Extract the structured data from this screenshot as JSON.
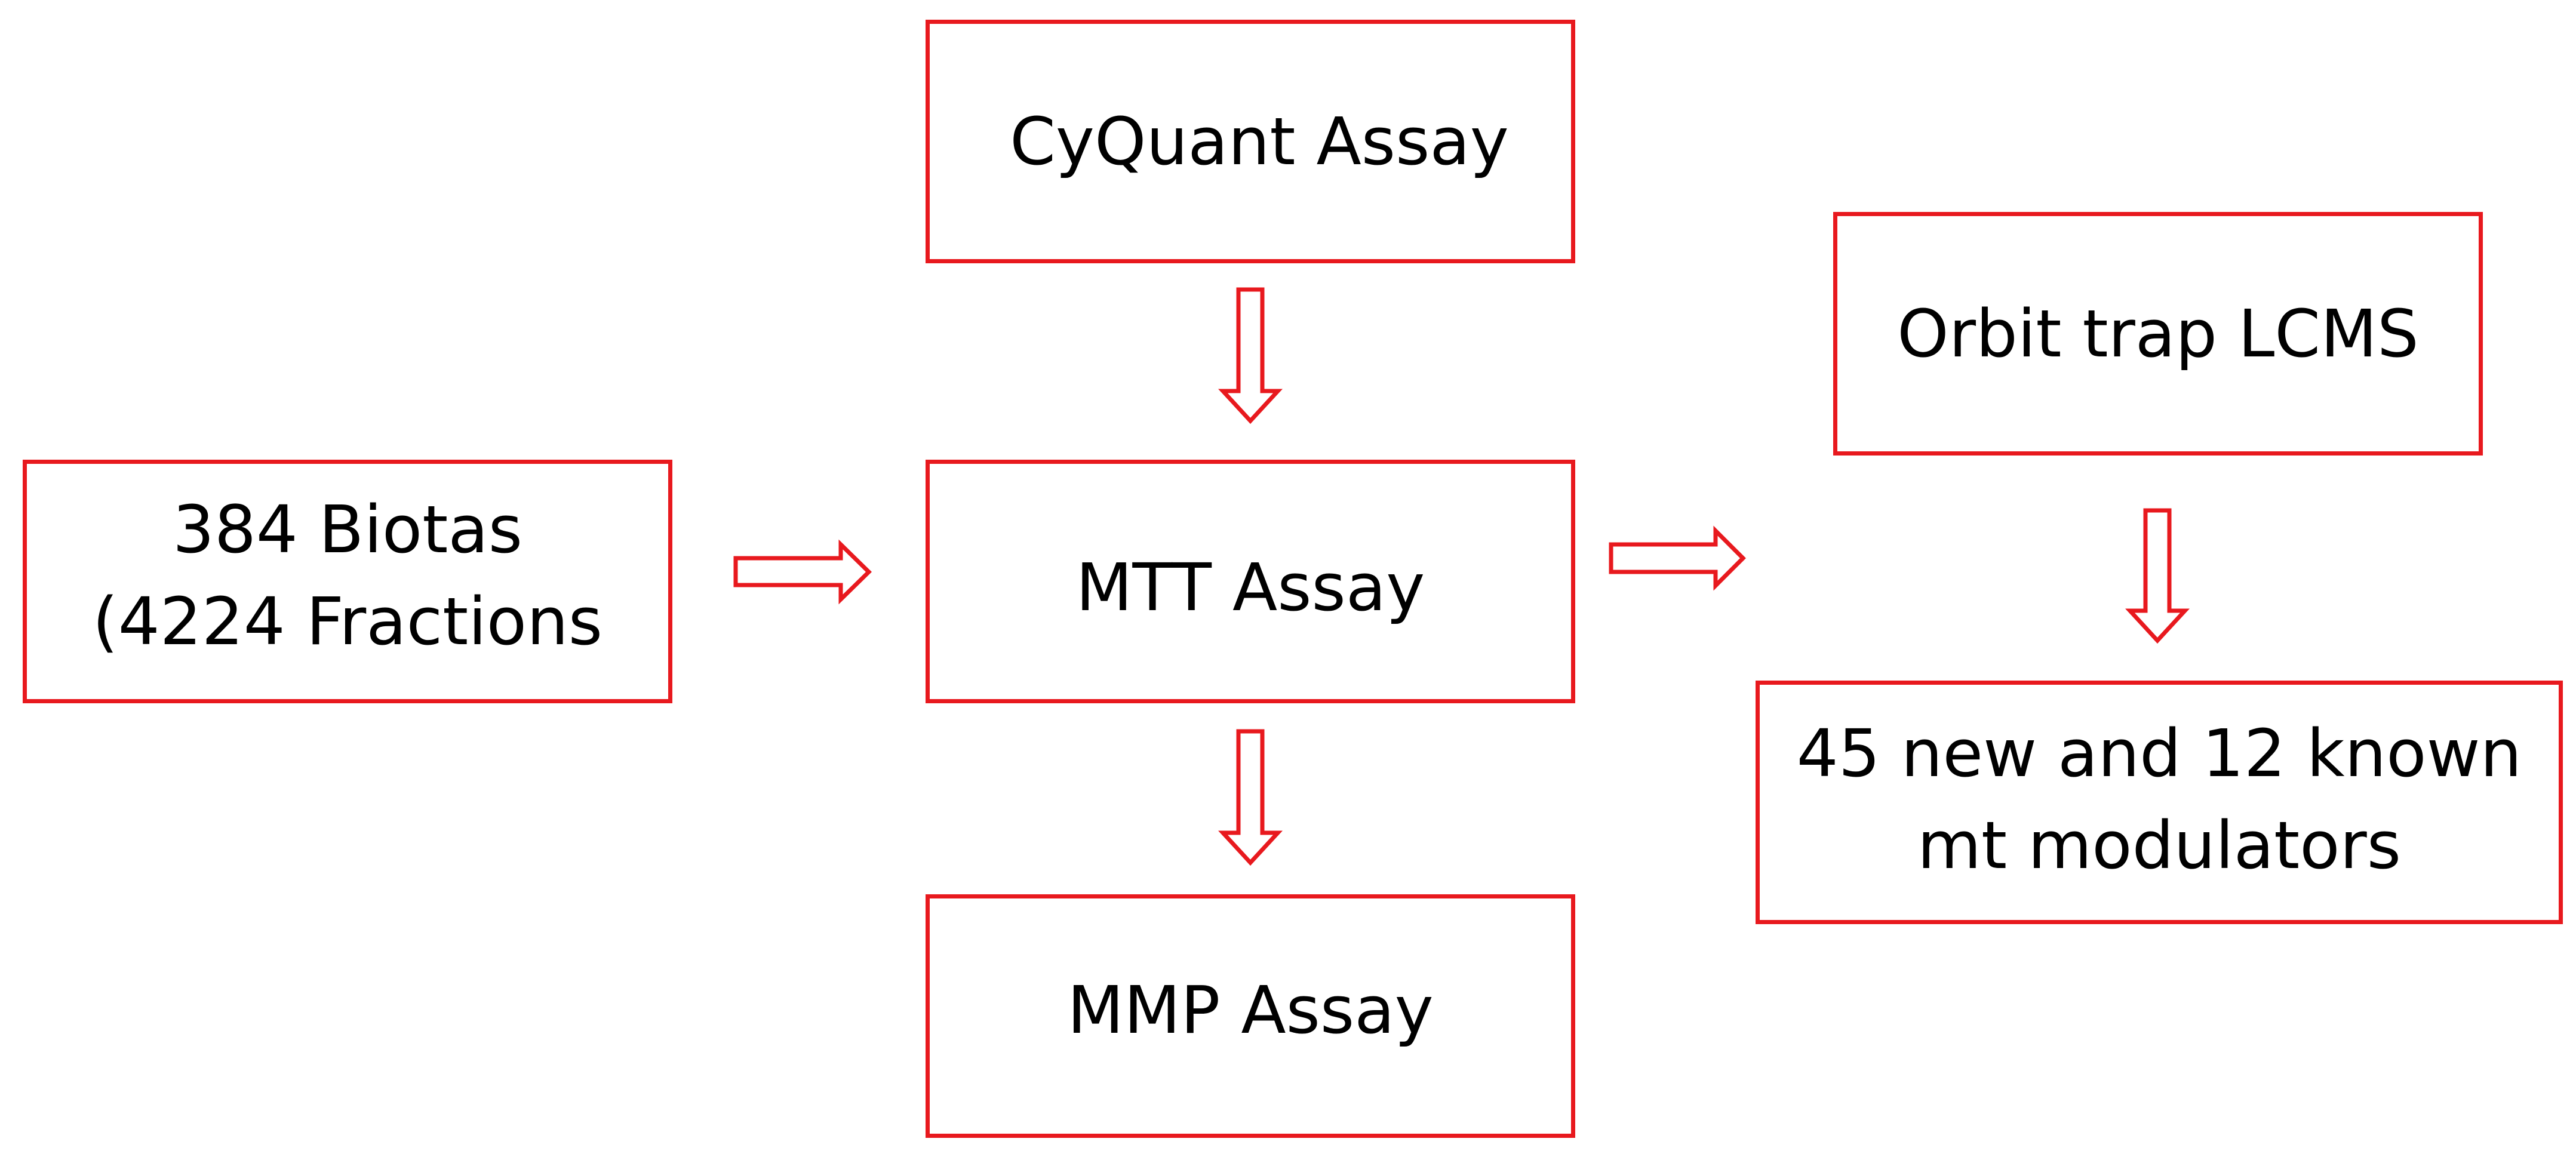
{
  "boxes": {
    "cyquant": "CyQuant Assay",
    "mtt": "MTT Assay",
    "mmp": "MMP Assay",
    "biotas": [
      "384 Biotas",
      "(4224 Fractions"
    ],
    "orbit": "Orbit trap LCMS",
    "result": [
      "45 new and 12 known",
      "mt modulators"
    ]
  },
  "colors": {
    "accent": "#e8191e"
  }
}
